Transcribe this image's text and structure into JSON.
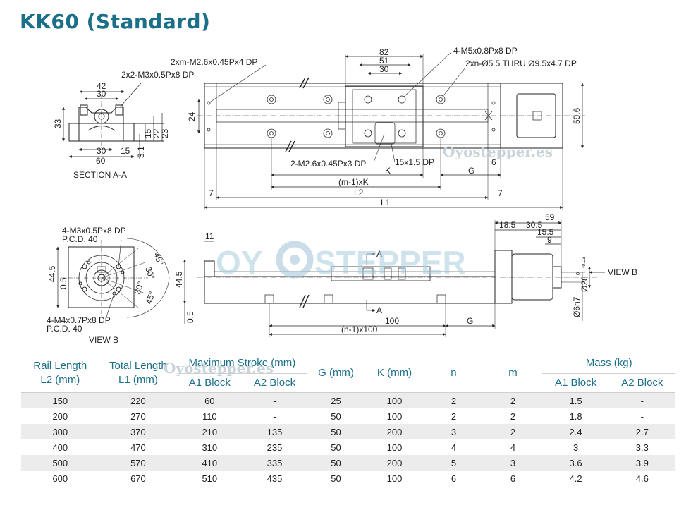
{
  "title": "KK60 (Standard)",
  "watermark": {
    "small": "Oyostepper.es",
    "large": "OYOSTEPPER"
  },
  "section_a": {
    "label": "SECTION A-A",
    "callout": "2x2-M3x0.5Px8 DP",
    "dims": {
      "top1": "42",
      "top2": "30",
      "height": "33",
      "d15": "15",
      "d22": "22",
      "d23": "23",
      "bot30": "30",
      "bot15": "15",
      "d31": "3.1",
      "bot60": "60"
    }
  },
  "top_view": {
    "callouts": [
      "2xm-M2.6x0.45Px4 DP",
      "4-M5x0.8Px8 DP",
      "2xn-Ø5.5 THRU,Ø9.5x4.7 DP",
      "2-M2.6x0.45Px3 DP",
      "15x1.5 DP"
    ],
    "dims": {
      "d82": "82",
      "d51": "51",
      "d30": "30",
      "d24": "24",
      "d596": "59.6",
      "d6": "6",
      "K": "K",
      "G": "G",
      "mK": "(m-1)xK",
      "L2": "L2",
      "L1": "L1",
      "seven": "7"
    }
  },
  "view_b": {
    "label": "VIEW B",
    "callout_top": [
      "4-M3x0.5Px8 DP",
      "P.C.D. 40"
    ],
    "callout_bottom": [
      "4-M4x0.7Px8 DP",
      "P.C.D. 40"
    ],
    "dims": {
      "d445": "44.5",
      "d05": "0.5",
      "a45a": "45°",
      "a30a": "30°",
      "a30b": "30°",
      "a45b": "45°"
    }
  },
  "side_view": {
    "dims": {
      "d11": "11",
      "d445": "44.5",
      "d05": "0.5",
      "A": "A",
      "d100": "100",
      "G": "G",
      "n100": "(n-1)x100",
      "d59": "59",
      "d185": "18.5",
      "d305": "30.5",
      "d155": "15.5",
      "d9": "9",
      "viewb": "VIEW B",
      "d28": "Ø28",
      "tol28": "0",
      "tol28b": "-0.03",
      "d6h7": "Ø6h7"
    }
  },
  "table": {
    "headers": {
      "rail_length": [
        "Rail Length",
        "L2 (mm)"
      ],
      "total_length": [
        "Total Length",
        "L1 (mm)"
      ],
      "max_stroke": "Maximum  Stroke (mm)",
      "a1": "A1 Block",
      "a2": "A2 Block",
      "g": "G (mm)",
      "k": "K (mm)",
      "n": "n",
      "m": "m",
      "mass": "Mass (kg)",
      "mass_a1": "A1 Block",
      "mass_a2": "A2 Block"
    },
    "rows": [
      [
        "150",
        "220",
        "60",
        "-",
        "25",
        "100",
        "2",
        "2",
        "1.5",
        "-"
      ],
      [
        "200",
        "270",
        "110",
        "-",
        "50",
        "100",
        "2",
        "2",
        "1.8",
        "-"
      ],
      [
        "300",
        "370",
        "210",
        "135",
        "50",
        "200",
        "3",
        "2",
        "2.4",
        "2.7"
      ],
      [
        "400",
        "470",
        "310",
        "235",
        "50",
        "100",
        "4",
        "4",
        "3",
        "3.3"
      ],
      [
        "500",
        "570",
        "410",
        "335",
        "50",
        "200",
        "5",
        "3",
        "3.6",
        "3.9"
      ],
      [
        "600",
        "670",
        "510",
        "435",
        "50",
        "100",
        "6",
        "6",
        "4.2",
        "4.6"
      ]
    ]
  }
}
